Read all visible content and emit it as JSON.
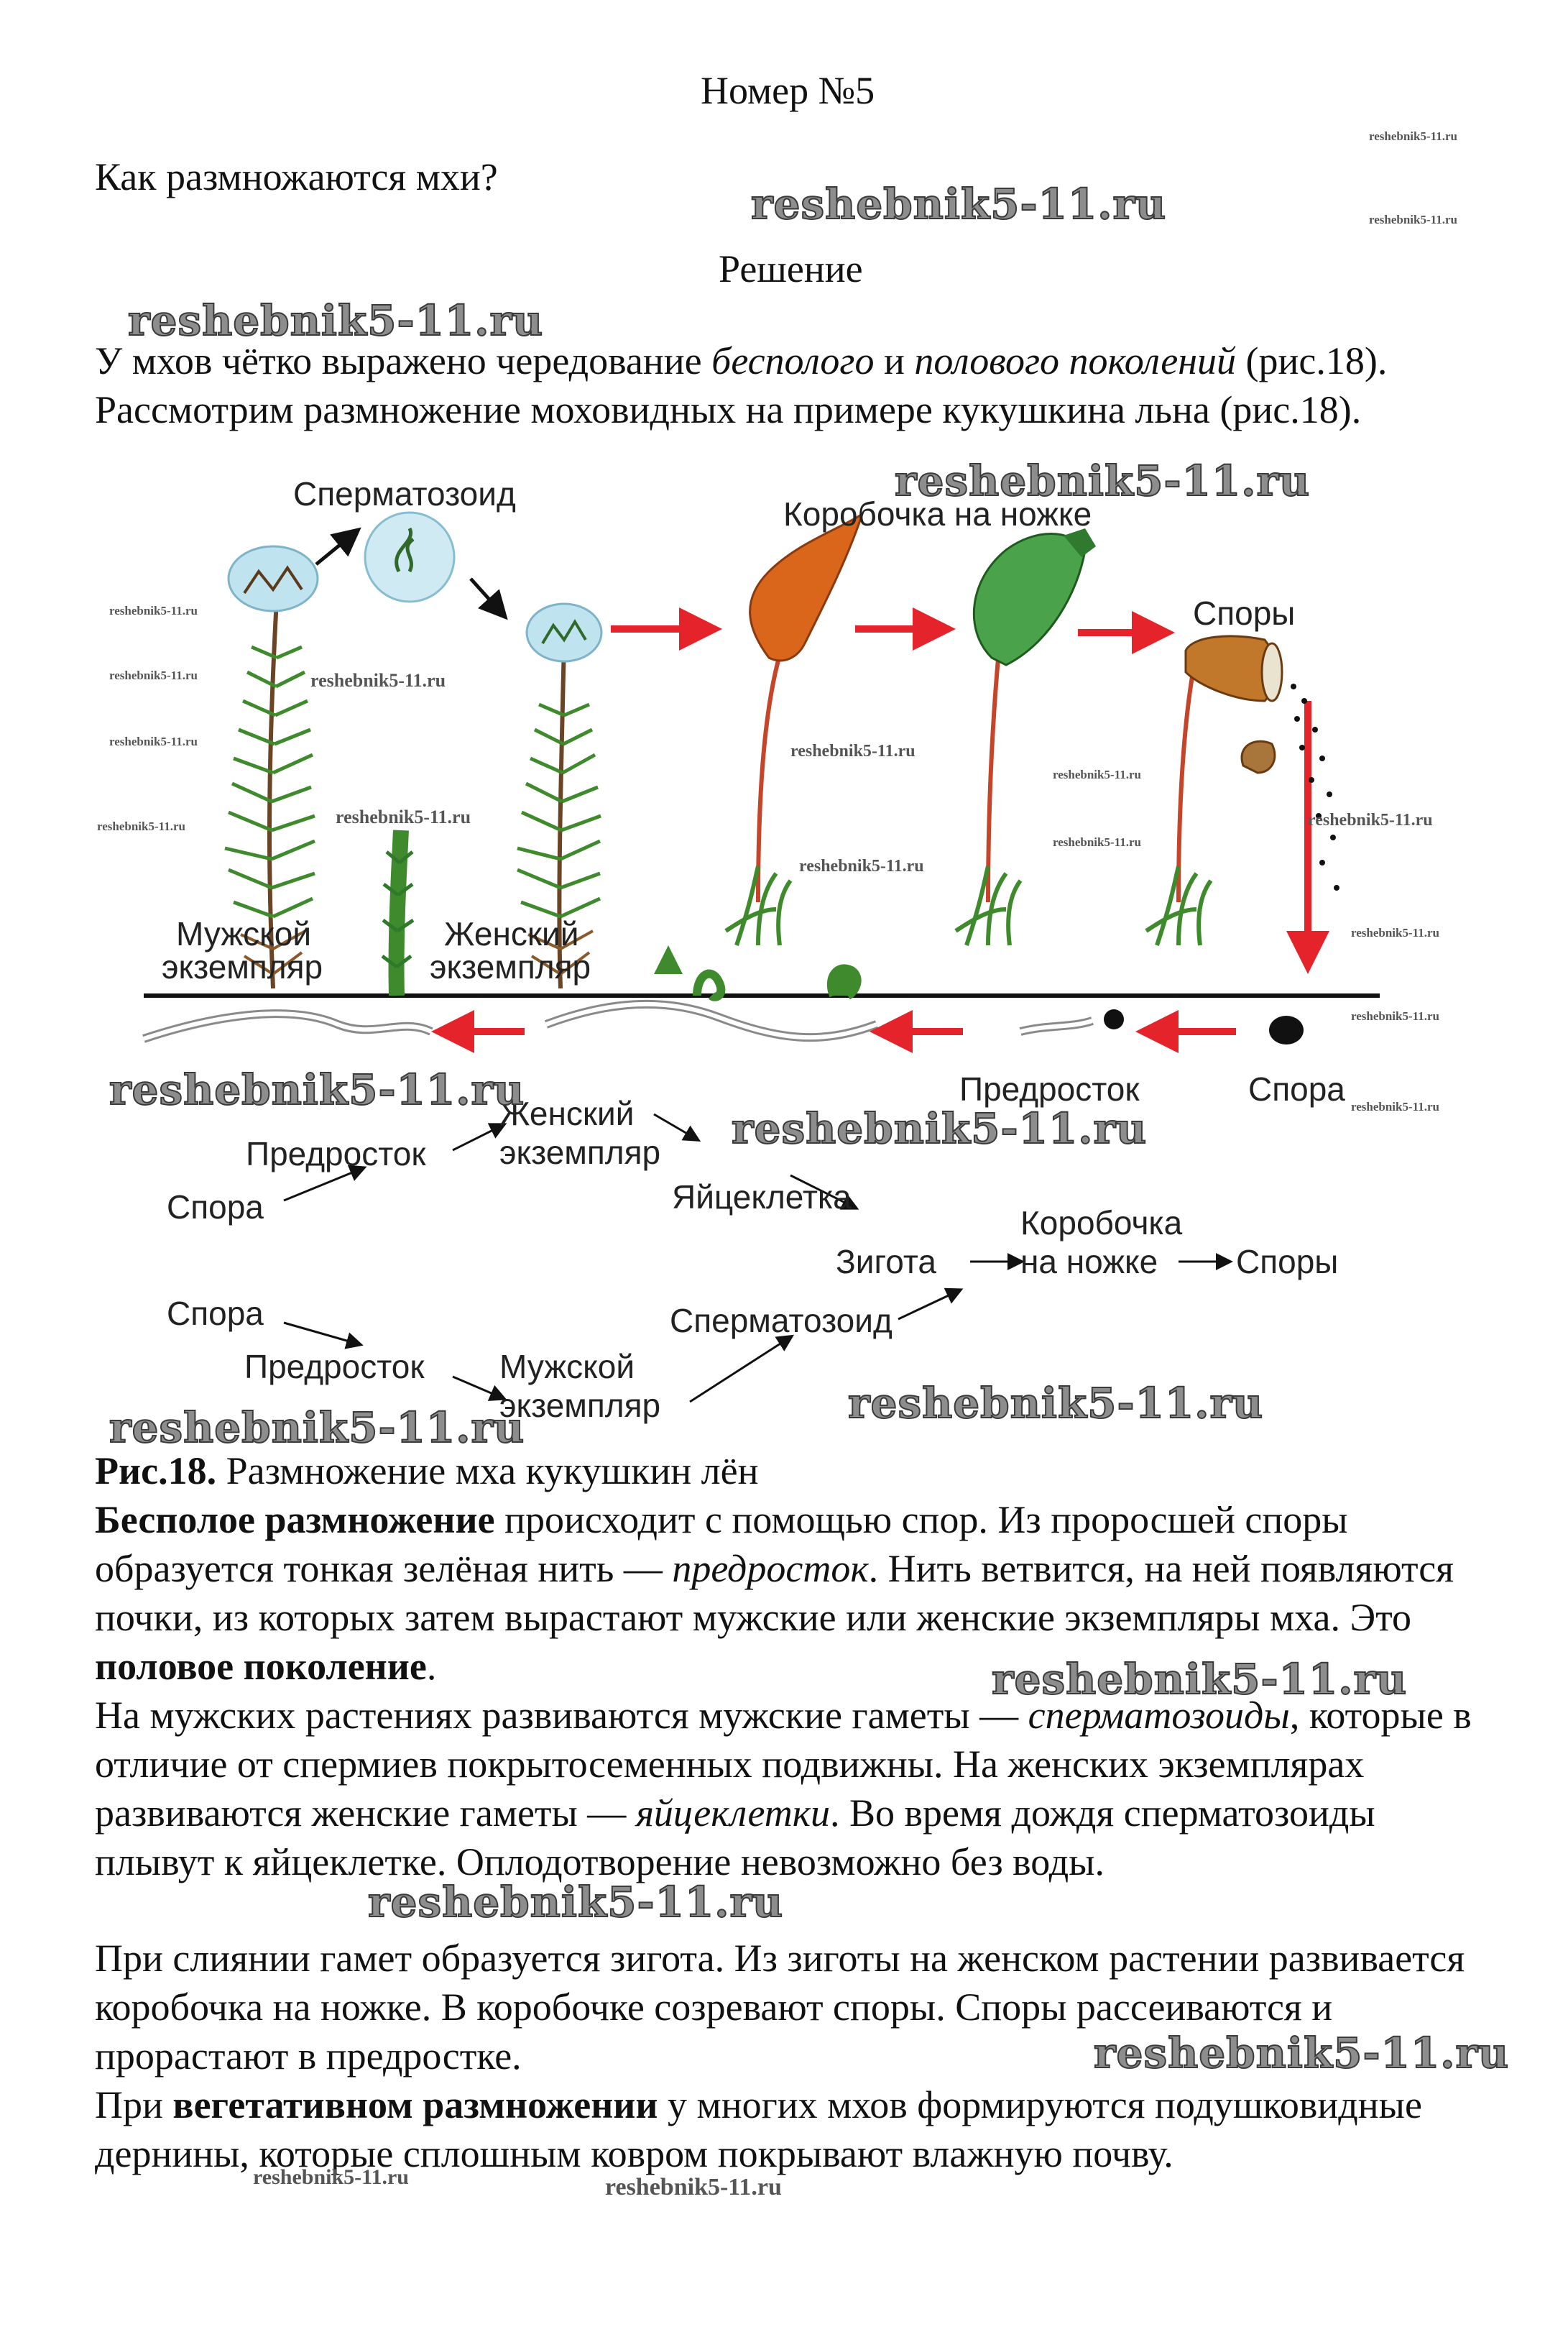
{
  "header": {
    "title": "Номер №5"
  },
  "question": "Как размножаются мхи?",
  "solution_heading": "Решение",
  "intro": {
    "t1": "У мхов чётко выражено чередование ",
    "i1": "бесполого",
    "t2": " и ",
    "i2": "полового поколений",
    "t3": " (рис.18). Рассмотрим размножение моховидных на примере кукушкина льна (рис.18)."
  },
  "figure": {
    "labels": {
      "spermatozoid": "Сперматозоид",
      "capsule_on_stalk": "Коробочка на ножке",
      "spores": "Споры",
      "male_line1": "Мужской",
      "male_line2": "экземпляр",
      "female_line1": "Женский",
      "female_line2": "экземпляр",
      "protonema": "Предросток",
      "spore": "Спора"
    },
    "flow": {
      "spore_a": "Спора",
      "protonema_a": "Предросток",
      "female_1": "Женский",
      "female_2": "экземпляр",
      "egg": "Яйцеклетка",
      "zygote": "Зигота",
      "capsule_1": "Коробочка",
      "capsule_2": "на ножке",
      "spores": "Споры",
      "spore_b": "Спора",
      "protonema_b": "Предросток",
      "male_1": "Мужской",
      "male_2": "экземпляр",
      "sperm": "Сперматозоид"
    },
    "caption_bold": "Рис.18.",
    "caption_text": " Размножение мха кукушкин лён"
  },
  "body": {
    "p1_b1": "Бесполое размножение",
    "p1_t1": " происходит с помощью спор. Из проросшей споры образуется тонкая зелёная нить — ",
    "p1_i1": "предросток",
    "p1_t2": ". Нить ветвится, на ней появляются почки, из которых затем вырастают мужские или женские экземпляры мха. Это ",
    "p1_b2": "половое поколение",
    "p1_t3": ".",
    "p2_t1": "На мужских растениях развиваются мужские гаметы — ",
    "p2_i1": "сперматозоиды",
    "p2_t2": ", которые в отличие от спермиев покрытосеменных подвижны. На женских экземплярах развиваются женские гаметы — ",
    "p2_i2": "яйцеклетки",
    "p2_t3": ". Во время дождя сперматозоиды плывут к яйцеклетке. Оплодотворение невозможно без воды.",
    "p3": "При слиянии гамет образуется зигота. Из зиготы на женском растении развивается коробочка на ножке. В коробочке созревают споры. Споры рассеиваются и прорастают в предростке.",
    "p4_t1": "При ",
    "p4_b1": "вегетативном размножении",
    "p4_t2": " у многих мхов формируются подушковидные дернины, которые сплошным ковром покрывают влажную почву."
  },
  "watermark": "reshebnik5-11.ru",
  "colors": {
    "arrow_red": "#e5232b",
    "moss_green": "#3f8a2c",
    "capsule_orange": "#d9661a"
  }
}
